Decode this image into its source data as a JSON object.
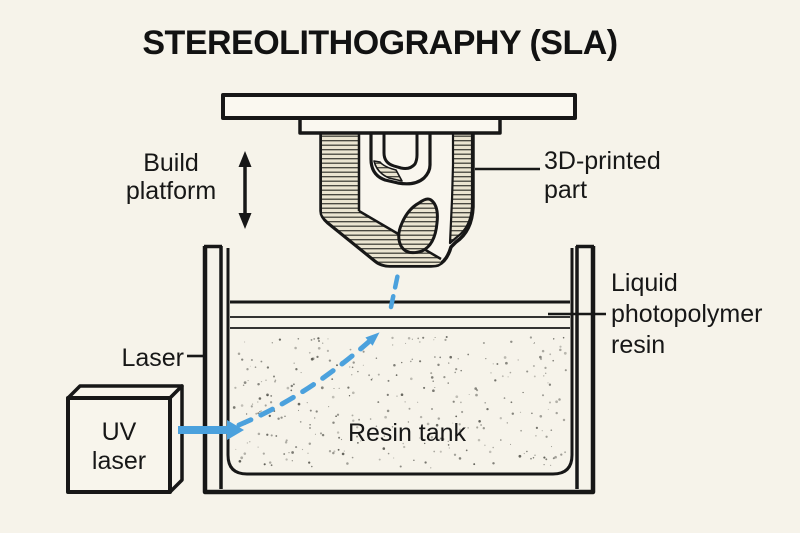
{
  "title": "STEREOLITHOGRAPHY (SLA)",
  "labels": {
    "build_platform": {
      "line1": "Build",
      "line2": "platform"
    },
    "printed_part": {
      "line1": "3D-printed",
      "line2": "part"
    },
    "liquid_resin": {
      "line1": "Liquid",
      "line2": "photopolymer",
      "line3": "resin"
    },
    "laser": "Laser",
    "uv_laser": {
      "line1": "UV",
      "line2": "laser"
    },
    "resin_tank": "Resin tank"
  },
  "icons": {
    "platform_motion": "up-down-arrow",
    "laser_beam": "blue-dashed-arrow",
    "laser_output": "blue-solid-arrow"
  },
  "colors": {
    "background": "#f6f3ea",
    "ink": "#171717",
    "beam_blue": "#4ba1dd",
    "hatch_fill": "#ebe5d1",
    "stipple": "#46463f"
  }
}
